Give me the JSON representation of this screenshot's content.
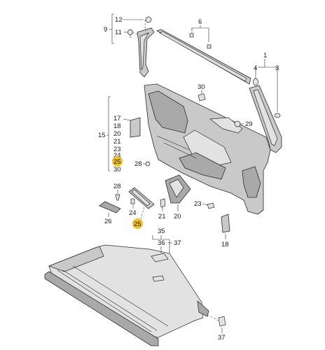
{
  "callouts": {
    "c1": "1",
    "c3": "3",
    "c4": "4",
    "c6": "6",
    "c9": "9",
    "c11": "11",
    "c12": "12",
    "c15": "15",
    "g15_17": "17",
    "g15_18": "18",
    "g15_20": "20",
    "g15_21": "21",
    "g15_23": "23",
    "g15_24": "24",
    "g15_25": "25",
    "g15_30": "30",
    "c28a": "28",
    "c28b": "28",
    "c29": "29",
    "c30": "30",
    "c21": "21",
    "c20": "20",
    "c23": "23",
    "c18": "18",
    "c24": "24",
    "c25": "25",
    "c26": "26",
    "c35": "35",
    "c36": "36",
    "c37a": "37",
    "c37b": "37"
  },
  "highlight_color": "#f0c227"
}
